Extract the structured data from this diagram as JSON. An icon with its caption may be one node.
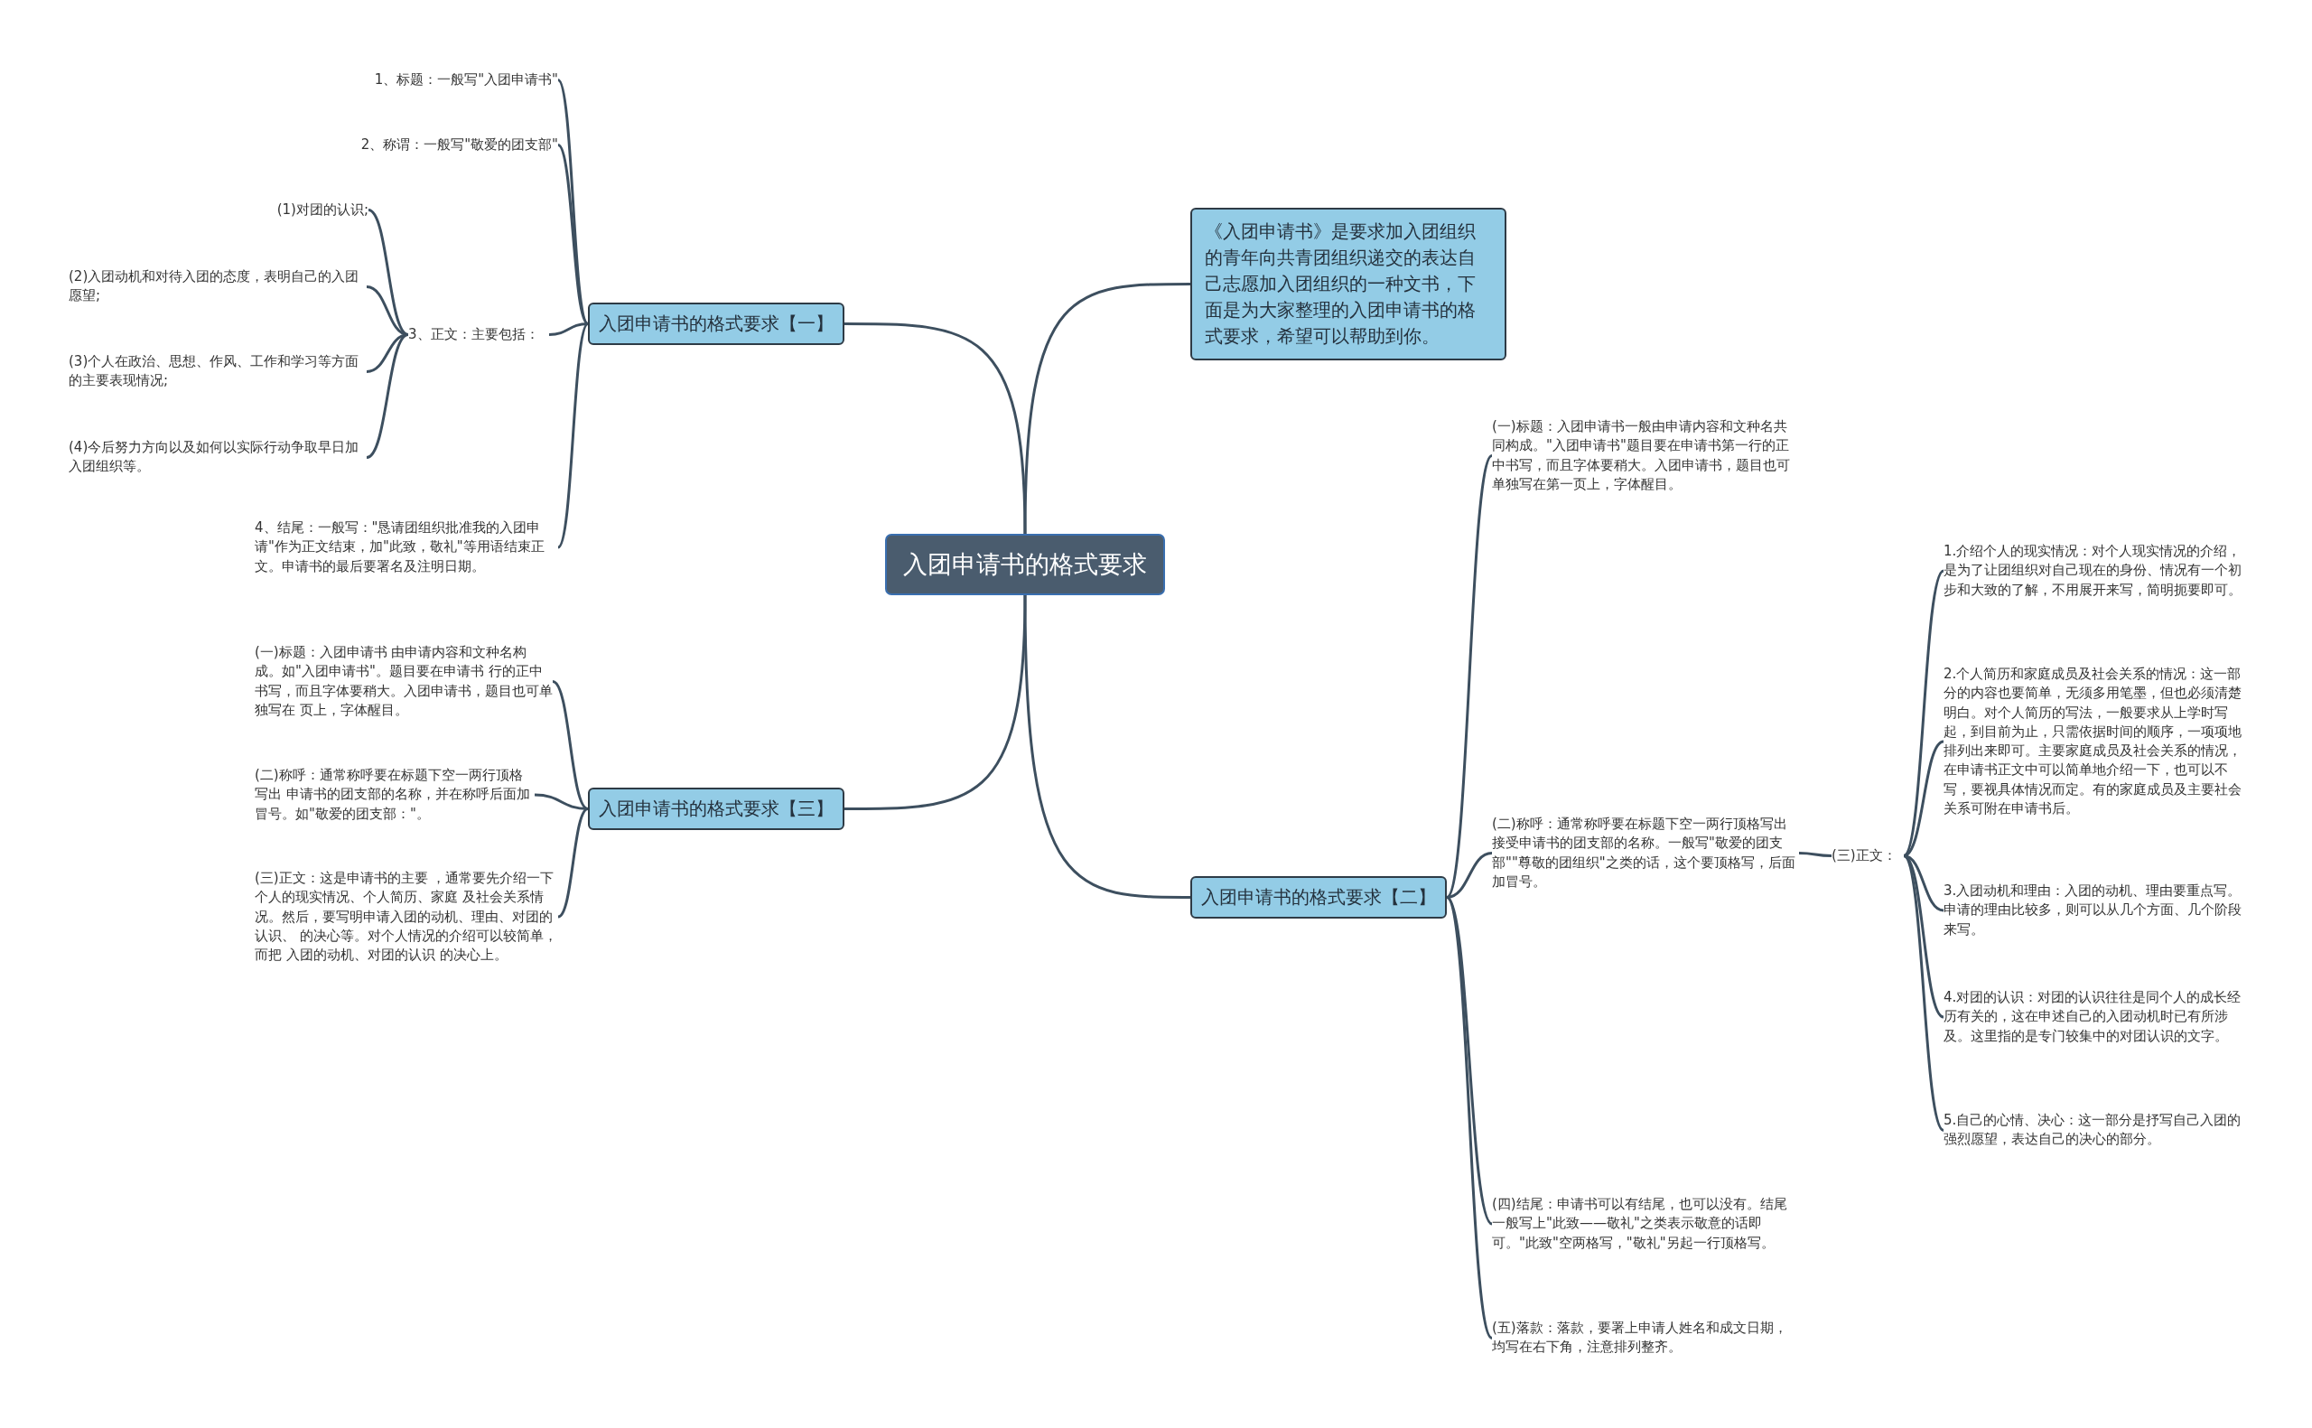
{
  "diagram": {
    "nodes": [
      {
        "text": [
          "入团申请书的格式要求"
        ]
      },
      {
        "text": [
          "《入团申请书》是要求加入团组织的青年向共青团组织递交的表达自己志愿加入团组织的一种文书，下面是为大家整理的入团申请书的格式要求，希望可以帮助到你。"
        ]
      },
      {
        "text": [
          "入团申请书的格式要求【一】"
        ]
      },
      {
        "text": [
          "1、标题：一般写\"入团申请书\""
        ]
      },
      {
        "text": [
          "2、称谓：一般写\"敬爱的团支部\""
        ]
      },
      {
        "text": [
          "3、正文：主要包括："
        ]
      },
      {
        "text": [
          "(1)对团的认识;"
        ]
      },
      {
        "text": [
          "(2)入团动机和对待入团的态度，表明自己的入团愿望;"
        ]
      },
      {
        "text": [
          "(3)个人在政治、思想、作风、工作和学习等方面的主要表现情况;"
        ]
      },
      {
        "text": [
          "(4)今后努力方向以及如何以实际行动争取早日加入团组织等。"
        ]
      },
      {
        "text": [
          "4、结尾：一般写：\"恳请团组织批准我的入团申请\"作为正文结束，加\"此致，敬礼\"等用语结束正文。申请书的最后要署名及注明日期。"
        ]
      },
      {
        "text": [
          "入团申请书的格式要求【三】"
        ]
      },
      {
        "text": [
          "(一)标题：入团申请书 由申请内容和文种名构成。如\"入团申请书\"。题目要在申请书 行的正中书写，而且字体要稍大。入团申请书，题目也可单独写在 页上，字体醒目。"
        ]
      },
      {
        "text": [
          "(二)称呼：通常称呼要在标题下空一两行顶格写出 申请书的团支部的名称，并在称呼后面加冒号。如\"敬爱的团支部：\"。"
        ]
      },
      {
        "text": [
          "(三)正文：这是申请书的主要 ，通常要先介绍一下个人的现实情况、个人简历、家庭 及社会关系情况。然后，要写明申请入团的动机、理由、对团的认识、 的决心等。对个人情况的介绍可以较简单，而把 入团的动机、对团的认识 的决心上。"
        ]
      },
      {
        "text": [
          "入团申请书的格式要求【二】"
        ]
      },
      {
        "text": [
          "(一)标题：入团申请书一般由申请内容和文种名共同构成。\"入团申请书\"题目要在申请书第一行的正中书写，而且字体要稍大。入团申请书，题目也可单独写在第一页上，字体醒目。"
        ]
      },
      {
        "text": [
          "(二)称呼：通常称呼要在标题下空一两行顶格写出接受申请书的团支部的名称。一般写\"敬爱的团支部\"\"尊敬的团组织\"之类的话，这个要顶格写，后面加冒号。"
        ]
      },
      {
        "text": [
          "(三)正文："
        ]
      },
      {
        "text": [
          "1.介绍个人的现实情况：对个人现实情况的介绍，是为了让团组织对自己现在的身份、情况有一个初步和大致的了解，不用展开来写，简明扼要即可。"
        ]
      },
      {
        "text": [
          "2.个人简历和家庭成员及社会关系的情况：这一部分的内容也要简单，无须多用笔墨，但也必须清楚明白。对个人简历的写法，一般要求从上学时写起，到目前为止，只需依据时间的顺序，一项项地排列出来即可。主要家庭成员及社会关系的情况，在申请书正文中可以简单地介绍一下，也可以不写，要视具体情况而定。有的家庭成员及主要社会关系可附在申请书后。"
        ]
      },
      {
        "text": [
          "3.入团动机和理由：入团的动机、理由要重点写。申请的理由比较多，则可以从几个方面、几个阶段来写。"
        ]
      },
      {
        "text": [
          "4.对团的认识：对团的认识往往是同个人的成长经历有关的，这在申述自己的入团动机时已有所涉及。这里指的是专门较集中的对团认识的文字。"
        ]
      },
      {
        "text": [
          "5.自己的心情、决心：这一部分是抒写自己入团的强烈愿望，表达自己的决心的部分。"
        ]
      },
      {
        "text": [
          "(四)结尾：申请书可以有结尾，也可以没有。结尾一般写上\"此致——敬礼\"之类表示敬意的话即可。\"此致\"空两格写，\"敬礼\"另起一行顶格写。"
        ]
      },
      {
        "text": [
          "(五)落款：落款，要署上申请人姓名和成文日期，均写在右下角，注意排列整齐。"
        ]
      }
    ],
    "edges": [
      {
        "from": 0,
        "to": 1,
        "arrow": "none"
      },
      {
        "from": 0,
        "to": 2,
        "arrow": "none"
      },
      {
        "from": 0,
        "to": 11,
        "arrow": "none"
      },
      {
        "from": 0,
        "to": 15,
        "arrow": "none"
      },
      {
        "from": 2,
        "to": 3,
        "arrow": "none"
      },
      {
        "from": 2,
        "to": 4,
        "arrow": "none"
      },
      {
        "from": 2,
        "to": 5,
        "arrow": "none"
      },
      {
        "from": 2,
        "to": 10,
        "arrow": "none"
      },
      {
        "from": 5,
        "to": 6,
        "arrow": "none"
      },
      {
        "from": 5,
        "to": 7,
        "arrow": "none"
      },
      {
        "from": 5,
        "to": 8,
        "arrow": "none"
      },
      {
        "from": 5,
        "to": 9,
        "arrow": "none"
      },
      {
        "from": 11,
        "to": 12,
        "arrow": "none"
      },
      {
        "from": 11,
        "to": 13,
        "arrow": "none"
      },
      {
        "from": 11,
        "to": 14,
        "arrow": "none"
      },
      {
        "from": 15,
        "to": 16,
        "arrow": "none"
      },
      {
        "from": 15,
        "to": 17,
        "arrow": "none"
      },
      {
        "from": 15,
        "to": 24,
        "arrow": "none"
      },
      {
        "from": 15,
        "to": 25,
        "arrow": "none"
      },
      {
        "from": 17,
        "to": 18,
        "arrow": "none"
      },
      {
        "from": 18,
        "to": 19,
        "arrow": "none"
      },
      {
        "from": 18,
        "to": 20,
        "arrow": "none"
      },
      {
        "from": 18,
        "to": 21,
        "arrow": "none"
      },
      {
        "from": 18,
        "to": 22,
        "arrow": "none"
      },
      {
        "from": 18,
        "to": 23,
        "arrow": "none"
      }
    ]
  }
}
